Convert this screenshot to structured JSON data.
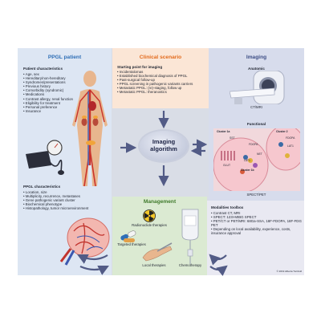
{
  "patient": {
    "title": "PPGL patient",
    "characteristics_heading": "Patient characteristics",
    "characteristics": [
      "Age, sex",
      "Hereditary/non-hereditary",
      "Syndromes/presentations",
      "Previous history",
      "Comorbidity (syndromic)",
      "Medications",
      "Contrast allergy, renal function",
      "Eligibility for treatment",
      "Personal preference",
      "Insurance"
    ],
    "ppgl_heading": "PPGL characteristics",
    "ppgl": [
      "Location, size",
      "Multiplicity, recurrence, metastases",
      "Gene pathogenic variant cluster",
      "Biochemical phenotype",
      "Histopathology, tumor microenvironment"
    ]
  },
  "scenario": {
    "title": "Clinical scenario",
    "heading": "Starting point for imaging",
    "items": [
      "Incidentalomas",
      "Established biochemical diagnosis of PPGL",
      "Past-surgical follow-up",
      "PPGL screening in pathogenic variants carriers",
      "Metastatic PPGL: (re)-staging, follow up",
      "Metastatic PPGL: theranostics"
    ]
  },
  "imaging": {
    "title": "Imaging",
    "anatomic_label": "Anatomic",
    "scanner_caption": "CT/MRI",
    "functional_label": "Functional",
    "cluster1a": "Cluster 1a",
    "cluster1b": "Cluster 1b",
    "cluster2": "Cluster 2",
    "receptor_sst": "SST",
    "receptor_fdopa": "FDOPA",
    "receptor_lat1": "LAT1",
    "receptor_glut": "GLUT",
    "receptor_net": "NET",
    "caption": "SPECT/PET"
  },
  "center": {
    "line1": "Imaging",
    "line2": "algorithm"
  },
  "management": {
    "title": "Management",
    "radionuclide": "Radionuclide therapies",
    "targeted": "Targeted therapies",
    "local": "Local therapies",
    "chemo": "Chemotherapy"
  },
  "toolbox": {
    "heading": "Modalities toolbox",
    "items": [
      "Contrast CT, MRI",
      "SPECT: 123I-MIBG SPECT",
      "PET/CT or PET/MRI: 68Ga-SSA, 18F-FDOPA, 18F-FDG PET",
      "Depending on local availability, experience, costs, insurance approval"
    ]
  },
  "copyright": "© 2019 Alberta Turnbull",
  "colors": {
    "patient_bg": "#dde6f3",
    "scenario_bg": "#fbe6d6",
    "imaging_bg": "#d7dcec",
    "management_bg": "#dbead2",
    "toolbox_bg": "#e9e9f2",
    "blue_title": "#2f6fb6",
    "orange_title": "#e36b1d",
    "imaging_title": "#3d4e86",
    "green_title": "#3f7a2c",
    "arrow": "#525b86"
  },
  "icons": [
    "body-anatomy-icon",
    "blood-pressure-cuff-icon",
    "tumor-vessels-icon",
    "ct-mri-scanner-icon",
    "cell-receptor-icon",
    "radiation-symbol-icon",
    "capsule-pills-icon",
    "scalpel-hand-icon",
    "iv-bag-icon"
  ]
}
